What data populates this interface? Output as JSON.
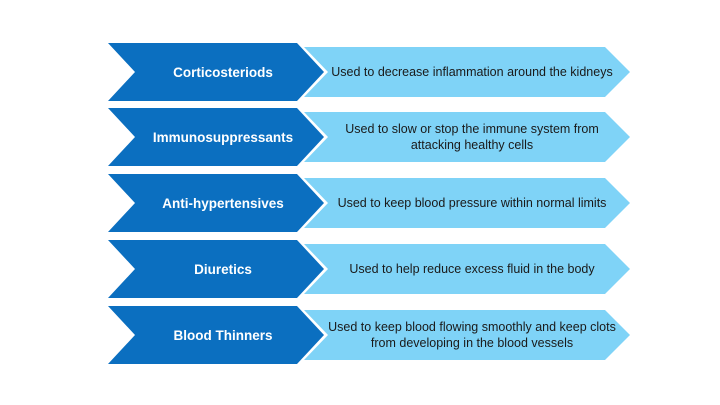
{
  "rows": [
    {
      "name": "Corticosteriods",
      "description": "Used to decrease inflammation around the kidneys"
    },
    {
      "name": "Immunosuppressants",
      "description": "Used to slow or stop the immune system from attacking healthy cells"
    },
    {
      "name": "Anti-hypertensives",
      "description": "Used to keep blood pressure within normal limits"
    },
    {
      "name": "Diuretics",
      "description": "Used to help reduce excess fluid in the body"
    },
    {
      "name": "Blood Thinners",
      "description": "Used to keep blood flowing smoothly and keep clots from developing in the blood vessels"
    }
  ],
  "colors": {
    "left_chevron": "#0b6fc0",
    "right_chevron": "#7fd3f7",
    "left_text": "#ffffff",
    "right_text": "#1a1a1a"
  }
}
